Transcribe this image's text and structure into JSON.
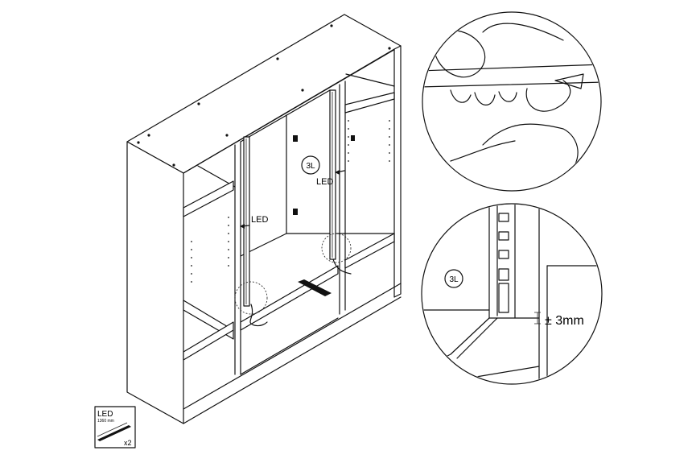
{
  "labels": {
    "led_left": "LED",
    "led_right": "LED",
    "badge_main": "3L",
    "badge_detail": "3L",
    "gap": "± 3mm"
  },
  "parts_box": {
    "title": "LED",
    "size": "1360 mm",
    "qty": "x2"
  }
}
